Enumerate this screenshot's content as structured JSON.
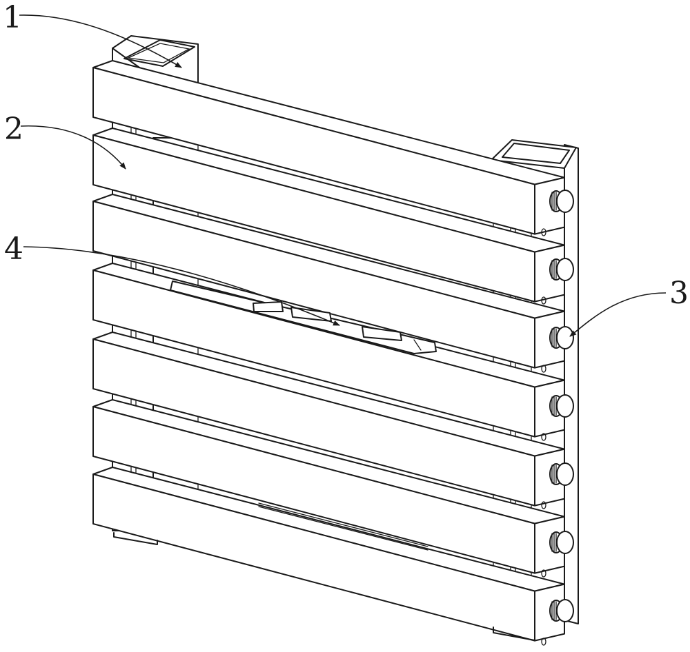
{
  "callouts": [
    {
      "id": "1",
      "label": "1"
    },
    {
      "id": "2",
      "label": "2"
    },
    {
      "id": "3",
      "label": "3"
    },
    {
      "id": "4",
      "label": "4"
    }
  ],
  "slat_count": 7,
  "knob_count": 7
}
